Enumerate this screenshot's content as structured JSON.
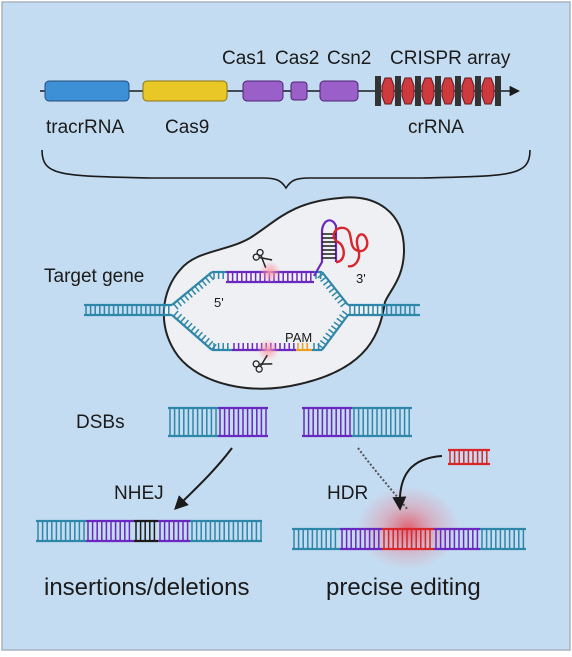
{
  "operon": {
    "genes": {
      "cas1": "Cas1",
      "cas2": "Cas2",
      "csn2": "Csn2",
      "crispr_array": "CRISPR array",
      "tracrrna": "tracrRNA",
      "cas9": "Cas9",
      "crrna": "crRNA"
    }
  },
  "complex": {
    "target_gene": "Target gene",
    "five_prime": "5'",
    "three_prime": "3'",
    "pam": "PAM"
  },
  "repair": {
    "dsbs": "DSBs",
    "nhej": "NHEJ",
    "hdr": "HDR",
    "outcome_nhej": "insertions/deletions",
    "outcome_hdr": "precise editing"
  },
  "colors": {
    "background": "#c4dcf2",
    "border": "#a9b4c4",
    "dna_blue": "#2e87a8",
    "guide_purple": "#6a28c0",
    "repair_red": "#d8262a",
    "pam_orange": "#e8a020",
    "tracr_blue": "#3d8fd6",
    "cas9_yellow": "#e9c727",
    "cas_purple": "#9a5fc9",
    "array_red": "#cf3a3f",
    "spacer_dark": "#333333",
    "cas9_protein": "#eef0f3"
  }
}
